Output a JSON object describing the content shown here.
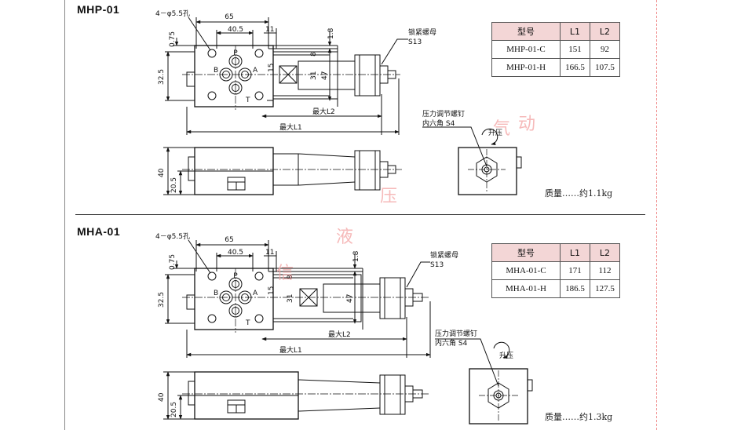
{
  "sections": [
    {
      "title": "MHP-01",
      "labels": {
        "holes": "4－φ5.5孔",
        "lock_nut": "锁紧螺母",
        "lock_size": "S13",
        "max_l2": "最大L2",
        "max_l1": "最大L1",
        "pressure_screw": "压力调节螺钉",
        "hex": "内六角 S4",
        "raise": "升压"
      },
      "dims": {
        "d65": "65",
        "d40_5": "40.5",
        "d11": "11",
        "d1_8": "1.8",
        "d0_75": "0.75",
        "d32_5": "32.5",
        "d8": "8",
        "d15": "15",
        "d31": "31",
        "d47": "47",
        "d40": "40",
        "d20_5": "20.5"
      },
      "ports": {
        "p": "P",
        "a": "A",
        "b": "B",
        "t": "T"
      },
      "table": {
        "headers": [
          "型号",
          "L1",
          "L2"
        ],
        "rows": [
          [
            "MHP-01-C",
            "151",
            "92"
          ],
          [
            "MHP-01-H",
            "166.5",
            "107.5"
          ]
        ]
      },
      "weight": "质量……约1.1kg"
    },
    {
      "title": "MHA-01",
      "labels": {
        "holes": "4－φ5.5孔",
        "lock_nut": "锁紧螺母",
        "lock_size": "S13",
        "max_l2": "最大L2",
        "max_l1": "最大L1",
        "pressure_screw": "压力调节螺钉",
        "hex": "内六角 S4",
        "raise": "升压"
      },
      "dims": {
        "d65": "65",
        "d40_5": "40.5",
        "d11": "11",
        "d1_8": "1.8",
        "d0_75": "0.75",
        "d32_5": "32.5",
        "d8": "8",
        "d15": "15",
        "d31": "31",
        "d47": "47",
        "d40": "40",
        "d20_5": "20.5"
      },
      "ports": {
        "p": "P",
        "a": "A",
        "b": "B",
        "t": "T"
      },
      "table": {
        "headers": [
          "型号",
          "L1",
          "L2"
        ],
        "rows": [
          [
            "MHA-01-C",
            "171",
            "112"
          ],
          [
            "MHA-01-H",
            "186.5",
            "127.5"
          ]
        ]
      },
      "weight": "质量……约1.3kg"
    }
  ],
  "watermark": [
    "气",
    "动",
    "压",
    "液",
    "信"
  ],
  "colors": {
    "table_header": "#f3d6d6",
    "watermark": "#f3a3a3",
    "line": "#111111"
  }
}
